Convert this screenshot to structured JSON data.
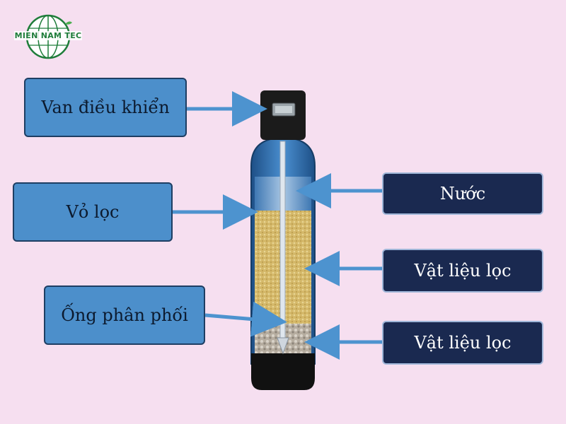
{
  "logo": {
    "text": "MIEN NAM TEC",
    "color": "#1f7d3a"
  },
  "labels": {
    "control_valve": "Van điều khiển",
    "filter_shell": "Vỏ lọc",
    "distributor_pipe": "Ống phân phối",
    "water": "Nước",
    "filter_media_1": "Vật liệu lọc",
    "filter_media_2": "Vật liệu lọc"
  },
  "colors": {
    "background": "#f6dff0",
    "label_light": "#4c8fcb",
    "label_dark": "#1a2950",
    "arrow": "#4d93cf",
    "tank_blue": "#2b6aa8",
    "media_sand": "#d9c07a",
    "media_gravel": "#b9b2a6",
    "base_black": "#111111"
  }
}
